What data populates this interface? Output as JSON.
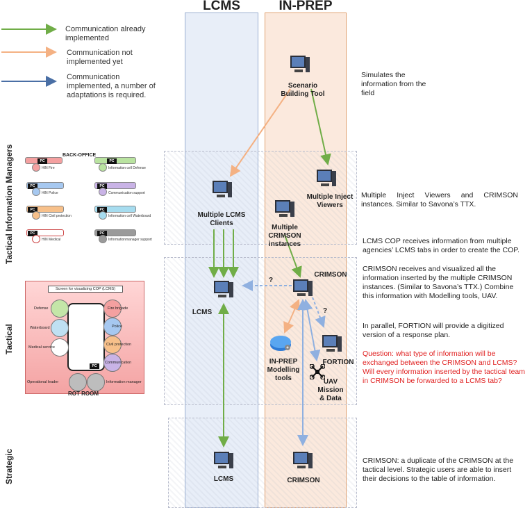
{
  "columns": {
    "lcms": "LCMS",
    "inprep": "IN-PREP"
  },
  "legend": [
    {
      "text": "Communication already implemented",
      "color": "#70ad47"
    },
    {
      "text": "Communication not implemented yet",
      "color": "#f4b183"
    },
    {
      "text": "Communication implemented, a number of adaptations is required.",
      "color": "#4a6fa5"
    }
  ],
  "row_labels": {
    "tim": "Tactical Information Managers",
    "tactical": "Tactical",
    "strategic": "Strategic"
  },
  "nodes": {
    "scenario": "Scenario Building Tool",
    "lcms_clients": "Multiple LCMS Clients",
    "inject_viewers": "Multiple Inject Viewers",
    "crimson_instances": "Multiple CRIMSON instances",
    "lcms_tactical": "LCMS",
    "crimson_tactical": "CRIMSON",
    "modelling": "IN-PREP Modelling tools",
    "fortion": "FORTION",
    "uav": "UAV Mission & Data",
    "lcms_strategic": "LCMS",
    "crimson_strategic": "CRIMSON",
    "question_mark": "?"
  },
  "descriptions": {
    "d1": "Simulates the information from the field",
    "d2": "Multiple Inject Viewers and CRIMSON instances. Similar to Savona’s TTX.",
    "d3": "LCMS COP receives information from multiple agencies’ LCMS tabs in order to create the COP.",
    "d4": "CRIMSON receives and visualized all the information inserted by the multiple CRIMSON instances. (Similar to Savona’s TTX.) Combine this information with Modelling tools, UAV.",
    "d5": "In parallel, FORTION will provide a digitized version of a response plan.",
    "d6": "Question: what type of information will be exchanged between the CRIMSON and LCMS? Will every information inserted by the tactical team in CRIMSON be forwarded to a LCMS tab?",
    "d7": "CRIMSON: a duplicate of the CRIMSON at the tactical level. Strategic users are able to insert their decisions to the table of information."
  },
  "backoffice": {
    "title": "BACK-OFFICE",
    "pc": "PC",
    "items": [
      {
        "label": "HIN Fire",
        "color": "#f4a0a0"
      },
      {
        "label": "Information cell Defense",
        "color": "#b9e3a0"
      },
      {
        "label": "HIN Police",
        "color": "#a6c8f0"
      },
      {
        "label": "Communication support",
        "color": "#c9b3e6"
      },
      {
        "label": "HIN Civil protection",
        "color": "#f7c08a"
      },
      {
        "label": "Information cell Waterboard",
        "color": "#a6dcef"
      },
      {
        "label": "HIN Medical",
        "color": "#ffffff"
      },
      {
        "label": "Informationmanager support",
        "color": "#9a9a9a"
      }
    ]
  },
  "cop": {
    "title": "Screen for visualizing COP (LCMS)",
    "pc": "PC",
    "left": [
      {
        "label": "Defense",
        "color": "#c4e6a8"
      },
      {
        "label": "Waterboard",
        "color": "#bfe0f2"
      },
      {
        "label": "Medical service",
        "color": "#ffffff"
      }
    ],
    "right": [
      {
        "label": "Fire brigade",
        "color": "#f4a0a0"
      },
      {
        "label": "Police",
        "color": "#a6c8f0"
      },
      {
        "label": "Civil protection",
        "color": "#f7c08a"
      },
      {
        "label": "Communication",
        "color": "#c9b3e6"
      }
    ],
    "bottom": [
      {
        "label": "Operational leader",
        "color": "#bdbdbd"
      },
      {
        "label": "Information manager",
        "color": "#bdbdbd"
      }
    ],
    "room": "ROT ROOM"
  }
}
